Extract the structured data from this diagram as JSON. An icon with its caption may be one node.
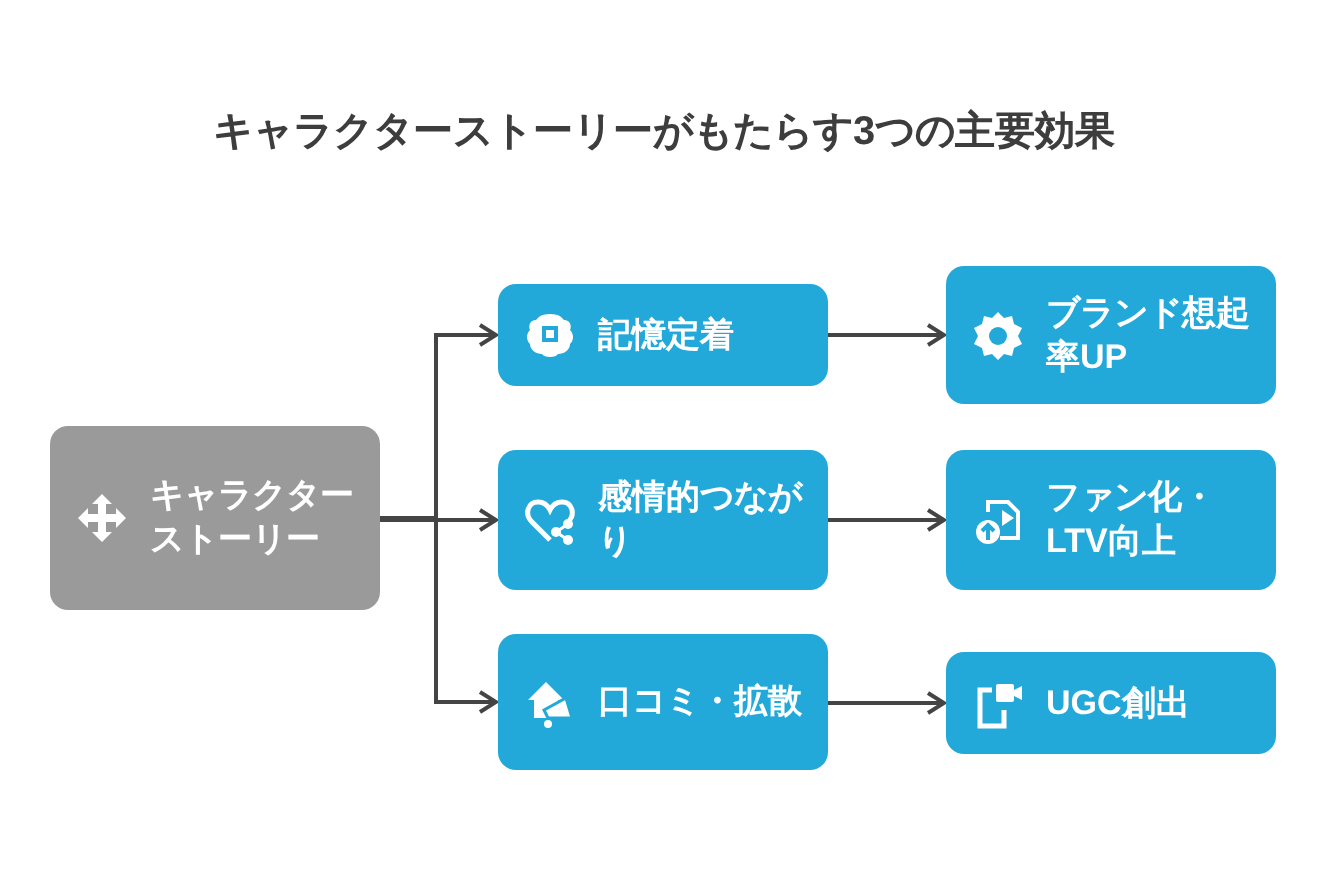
{
  "diagram": {
    "title": "キャラクターストーリーがもたらす3つの主要効果",
    "nodes": [
      {
        "text": [
          "キャラクターストーリー"
        ]
      },
      {
        "text": [
          "記憶定着"
        ]
      },
      {
        "text": [
          "感情的つながり"
        ]
      },
      {
        "text": [
          "口コミ・拡散"
        ]
      },
      {
        "text": [
          "ブランド想起率UP"
        ]
      },
      {
        "text": [
          "ファン化・LTV向上"
        ]
      },
      {
        "text": [
          "UGC創出"
        ]
      }
    ],
    "edges": [
      {
        "from": 0,
        "to": 1,
        "arrow": "to"
      },
      {
        "from": 0,
        "to": 2,
        "arrow": "to"
      },
      {
        "from": 0,
        "to": 3,
        "arrow": "to"
      },
      {
        "from": 1,
        "to": 4,
        "arrow": "to"
      },
      {
        "from": 2,
        "to": 5,
        "arrow": "to"
      },
      {
        "from": 3,
        "to": 6,
        "arrow": "to"
      }
    ]
  }
}
